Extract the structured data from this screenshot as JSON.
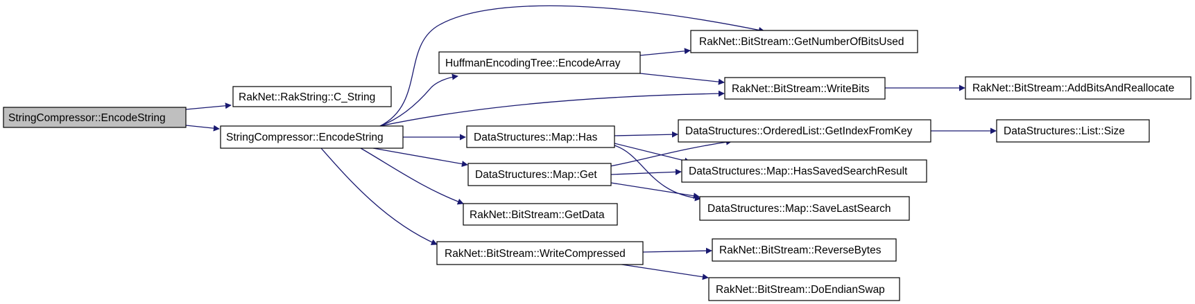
{
  "colors": {
    "edge": "#191970",
    "root_fill": "#bfbfbf",
    "node_fill": "#ffffff",
    "border": "#000000"
  },
  "nodes": {
    "root": "StringCompressor::EncodeString",
    "c_string": "RakNet::RakString::C_String",
    "encode_string": "StringCompressor::EncodeString",
    "huffman_encode_array": "HuffmanEncodingTree::EncodeArray",
    "map_has": "DataStructures::Map::Has",
    "map_get": "DataStructures::Map::Get",
    "bs_get_data": "RakNet::BitStream::GetData",
    "bs_write_compressed": "RakNet::BitStream::WriteCompressed",
    "bs_get_number_of_bits_used": "RakNet::BitStream::GetNumberOfBitsUsed",
    "bs_write_bits": "RakNet::BitStream::WriteBits",
    "ol_get_index_from_key": "DataStructures::OrderedList::GetIndexFromKey",
    "map_has_saved_search_result": "DataStructures::Map::HasSavedSearchResult",
    "map_save_last_search": "DataStructures::Map::SaveLastSearch",
    "bs_reverse_bytes": "RakNet::BitStream::ReverseBytes",
    "bs_do_endian_swap": "RakNet::BitStream::DoEndianSwap",
    "bs_add_bits_and_reallocate": "RakNet::BitStream::AddBitsAndReallocate",
    "list_size": "DataStructures::List::Size"
  },
  "edges": [
    [
      "root",
      "c_string"
    ],
    [
      "root",
      "encode_string"
    ],
    [
      "encode_string",
      "bs_get_number_of_bits_used"
    ],
    [
      "encode_string",
      "huffman_encode_array"
    ],
    [
      "encode_string",
      "bs_write_bits"
    ],
    [
      "encode_string",
      "map_has"
    ],
    [
      "encode_string",
      "map_get"
    ],
    [
      "encode_string",
      "bs_get_data"
    ],
    [
      "encode_string",
      "bs_write_compressed"
    ],
    [
      "huffman_encode_array",
      "bs_get_number_of_bits_used"
    ],
    [
      "huffman_encode_array",
      "bs_write_bits"
    ],
    [
      "bs_write_bits",
      "bs_add_bits_and_reallocate"
    ],
    [
      "map_has",
      "ol_get_index_from_key"
    ],
    [
      "map_has",
      "map_has_saved_search_result"
    ],
    [
      "map_has",
      "map_save_last_search"
    ],
    [
      "map_get",
      "ol_get_index_from_key"
    ],
    [
      "map_get",
      "map_has_saved_search_result"
    ],
    [
      "map_get",
      "map_save_last_search"
    ],
    [
      "ol_get_index_from_key",
      "list_size"
    ],
    [
      "bs_write_compressed",
      "bs_reverse_bytes"
    ],
    [
      "bs_write_compressed",
      "bs_do_endian_swap"
    ]
  ]
}
